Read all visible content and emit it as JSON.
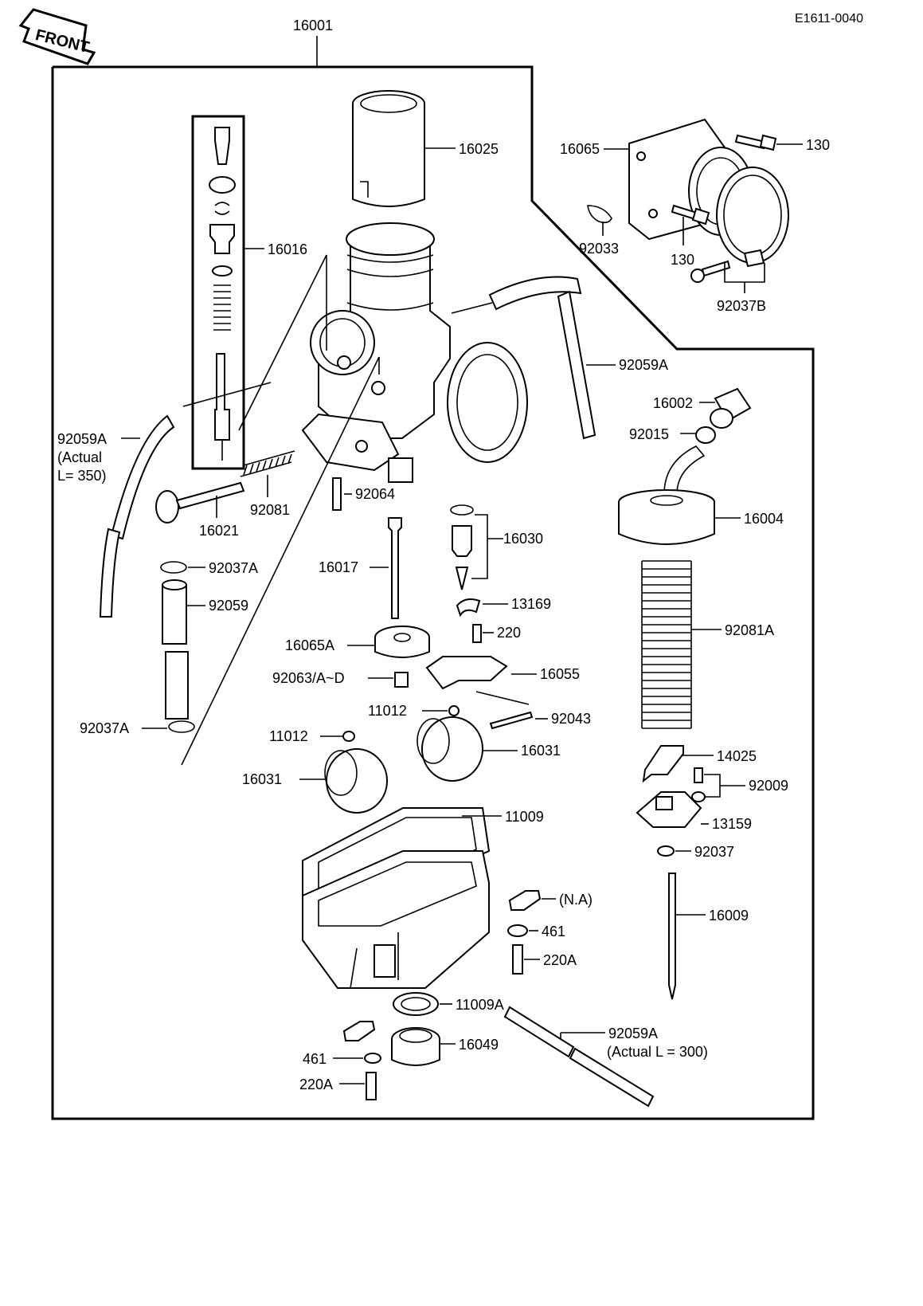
{
  "drawing_code": "E1611-0040",
  "front_arrow": "FRONT",
  "assembly_number": "16001",
  "labels": {
    "p16025": "16025",
    "p16065": "16065",
    "p130a": "130",
    "p130b": "130",
    "p92033": "92033",
    "p92037B": "92037B",
    "p16016": "16016",
    "p92059A_right": "92059A",
    "p16002": "16002",
    "p92015": "92015",
    "p92059A_left": "92059A",
    "p92059A_left_note1": "(Actual",
    "p92059A_left_note2": "L= 350)",
    "p92081": "92081",
    "p92064": "92064",
    "p16021": "16021",
    "p16004": "16004",
    "p16030": "16030",
    "p92037A_top": "92037A",
    "p16017": "16017",
    "p92059": "92059",
    "p13169": "13169",
    "p220": "220",
    "p92081A": "92081A",
    "p16065A": "16065A",
    "p92063": "92063/A~D",
    "p16055": "16055",
    "p11012_a": "11012",
    "p92043": "92043",
    "p92037A_bottom": "92037A",
    "p11012_b": "11012",
    "p16031_right": "16031",
    "p14025": "14025",
    "p16031_left": "16031",
    "p92009": "92009",
    "p11009": "11009",
    "p13159": "13159",
    "p92037": "92037",
    "pNA": "(N.A)",
    "p461_right": "461",
    "p16009": "16009",
    "p220A_right": "220A",
    "p11009A": "11009A",
    "p92059A_bottom": "92059A",
    "p92059A_bottom_note": "(Actual L = 300)",
    "p461_left": "461",
    "p16049": "16049",
    "p220A_left": "220A"
  }
}
